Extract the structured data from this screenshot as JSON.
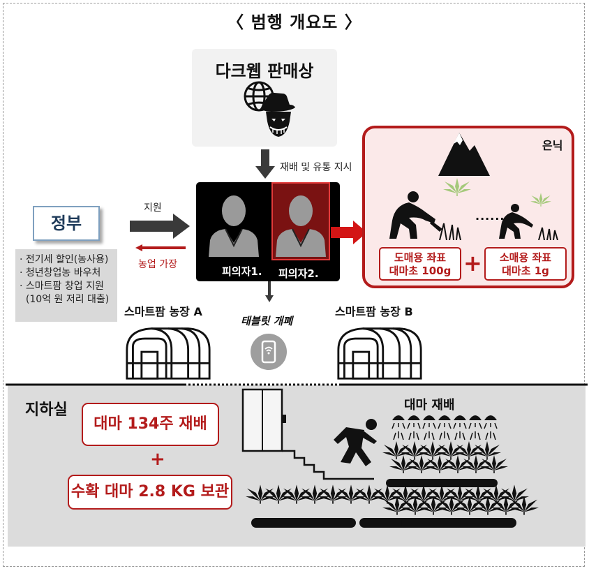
{
  "title": "〈 범행 개요도 〉",
  "vendor": {
    "label": "다크웹 판매상"
  },
  "instruction_label": "재배 및 유통 지시",
  "government": {
    "label": "정부",
    "support_label": "지원",
    "return_label": "농업 가장",
    "support_items": [
      "· 전기세 할인(농사용)",
      "· 청년창업농 바우처",
      "· 스마트팜 창업 지원",
      "  (10억 원 저리 대출)"
    ]
  },
  "suspects": {
    "suspect1": "피의자1.",
    "suspect2": "피의자2."
  },
  "hiding": {
    "label": "은닉",
    "wholesale": [
      "도매용 좌표",
      "대마초 100g"
    ],
    "retail": [
      "소매용 좌표",
      "대마초 1g"
    ],
    "plus": "+"
  },
  "farm_a": "스마트팜 농장 A",
  "farm_b": "스마트팜 농장 B",
  "tablet_label": "태블릿 개폐",
  "basement": {
    "label": "지하실",
    "cultivation_box": "대마 134주 재배",
    "plus": "+",
    "storage_box": "수확 대마 2.8 KG 보관",
    "cultivation_label": "대마 재배"
  },
  "colors": {
    "accent_red": "#b31b1b",
    "suspect2_red": "#8b1a1a",
    "ground": "#dcdcdc"
  }
}
